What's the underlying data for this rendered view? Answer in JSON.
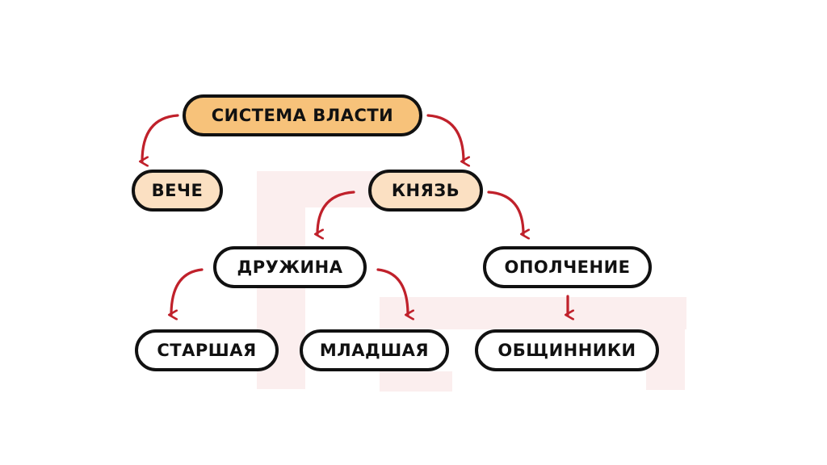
{
  "diagram": {
    "colors": {
      "root_fill": "#f7c27a",
      "level1_fill": "#fbe0c2",
      "plain_fill": "#ffffff",
      "border": "#111111",
      "arrow": "#c0212b",
      "background_shape": "#fbeeee"
    },
    "nodes": {
      "root": "СИСТЕМА ВЛАСТИ",
      "veche": "ВЕЧЕ",
      "knyaz": "КНЯЗЬ",
      "druzhina": "ДРУЖИНА",
      "opolchenie": "ОПОЛЧЕНИЕ",
      "starshaya": "СТАРШАЯ",
      "mladshaya": "МЛАДШАЯ",
      "obshchinniki": "ОБЩИННИКИ"
    },
    "edges": [
      {
        "from": "root",
        "to": "veche"
      },
      {
        "from": "root",
        "to": "knyaz"
      },
      {
        "from": "knyaz",
        "to": "druzhina"
      },
      {
        "from": "knyaz",
        "to": "opolchenie"
      },
      {
        "from": "druzhina",
        "to": "starshaya"
      },
      {
        "from": "druzhina",
        "to": "mladshaya"
      },
      {
        "from": "opolchenie",
        "to": "obshchinniki"
      }
    ]
  }
}
